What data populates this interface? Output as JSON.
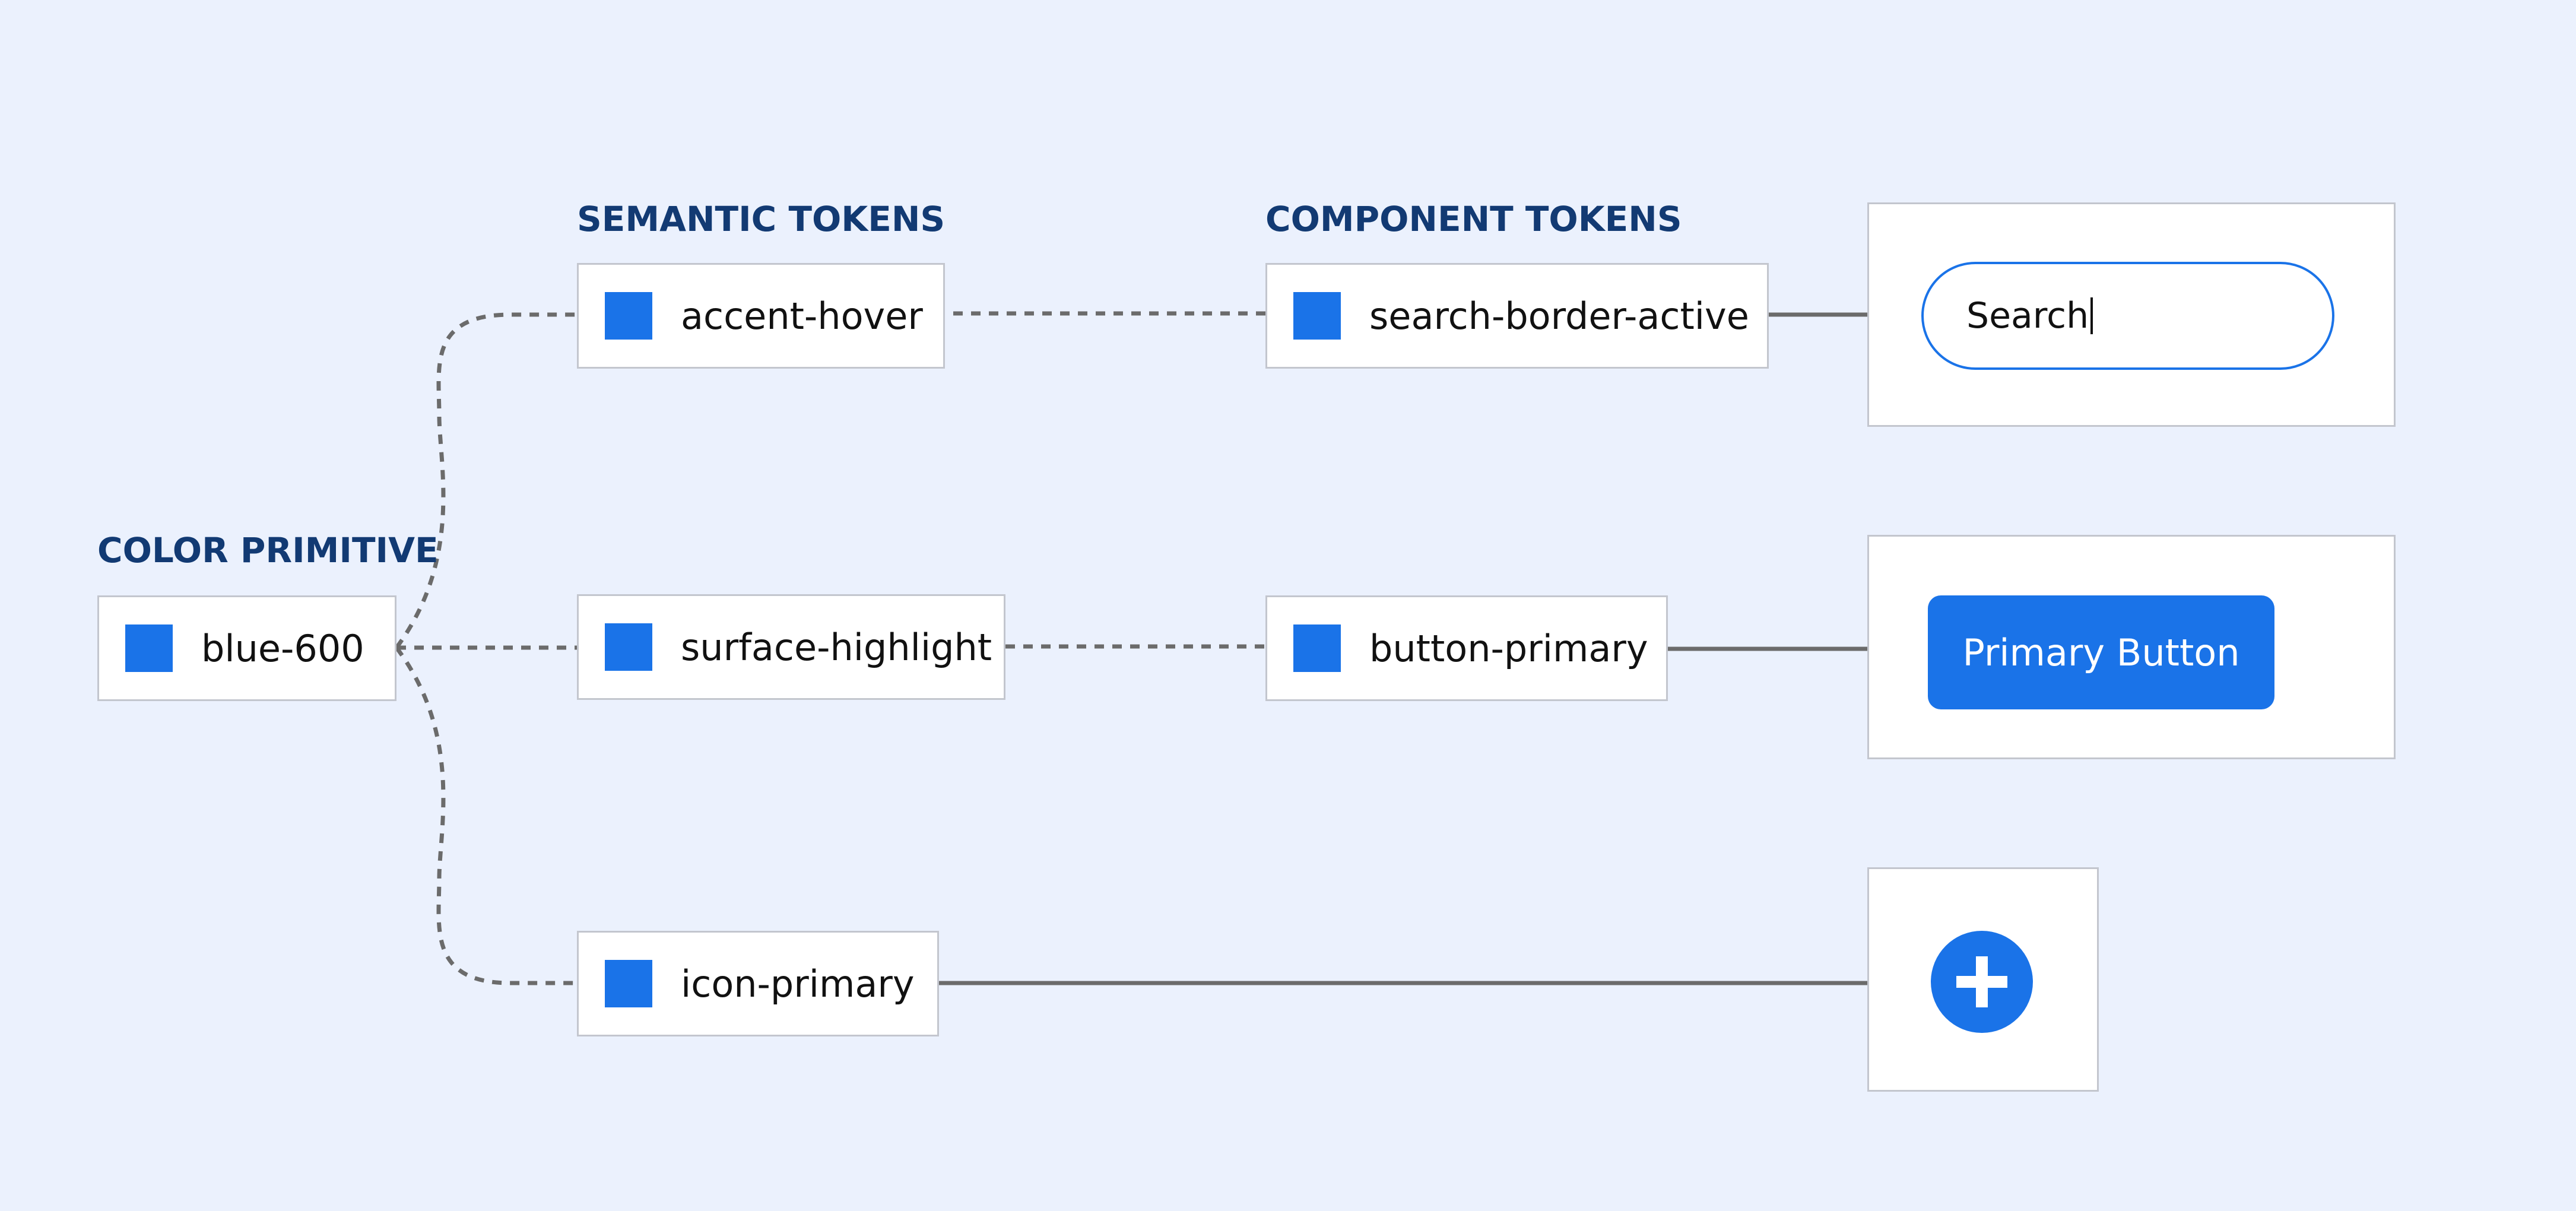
{
  "headings": {
    "color_primitive": "COLOR PRIMITIVE",
    "semantic_tokens": "SEMANTIC TOKENS",
    "component_tokens": "COMPONENT TOKENS"
  },
  "primitive": {
    "label": "blue-600",
    "color": "#1a73e8"
  },
  "semantic": [
    {
      "label": "accent-hover",
      "color": "#1a73e8"
    },
    {
      "label": "surface-highlight",
      "color": "#1a73e8"
    },
    {
      "label": "icon-primary",
      "color": "#1a73e8"
    }
  ],
  "component": [
    {
      "label": "search-border-active",
      "color": "#1a73e8"
    },
    {
      "label": "button-primary",
      "color": "#1a73e8"
    }
  ],
  "previews": {
    "search_value": "Search",
    "button_label": "Primary Button",
    "icon": "plus-icon"
  },
  "colors": {
    "background": "#ebf1fd",
    "accent": "#1a73e8",
    "heading": "#123a73",
    "connector": "#6b6b6b"
  }
}
